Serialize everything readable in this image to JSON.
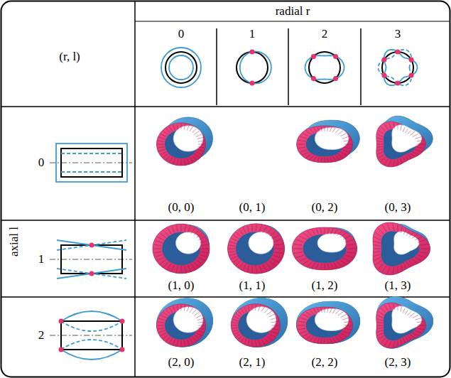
{
  "diagram": {
    "labels": [
      "radial r",
      "0",
      "1",
      "2",
      "3",
      "(r, l)",
      "axial l",
      "0",
      "1",
      "2",
      "(0, 0)",
      "(0, 1)",
      "(0, 2)",
      "(0, 3)",
      "(1, 0)",
      "(1, 1)",
      "(1, 2)",
      "(1, 3)",
      "(2, 0)",
      "(2, 1)",
      "(2, 2)",
      "(2, 3)"
    ]
  }
}
